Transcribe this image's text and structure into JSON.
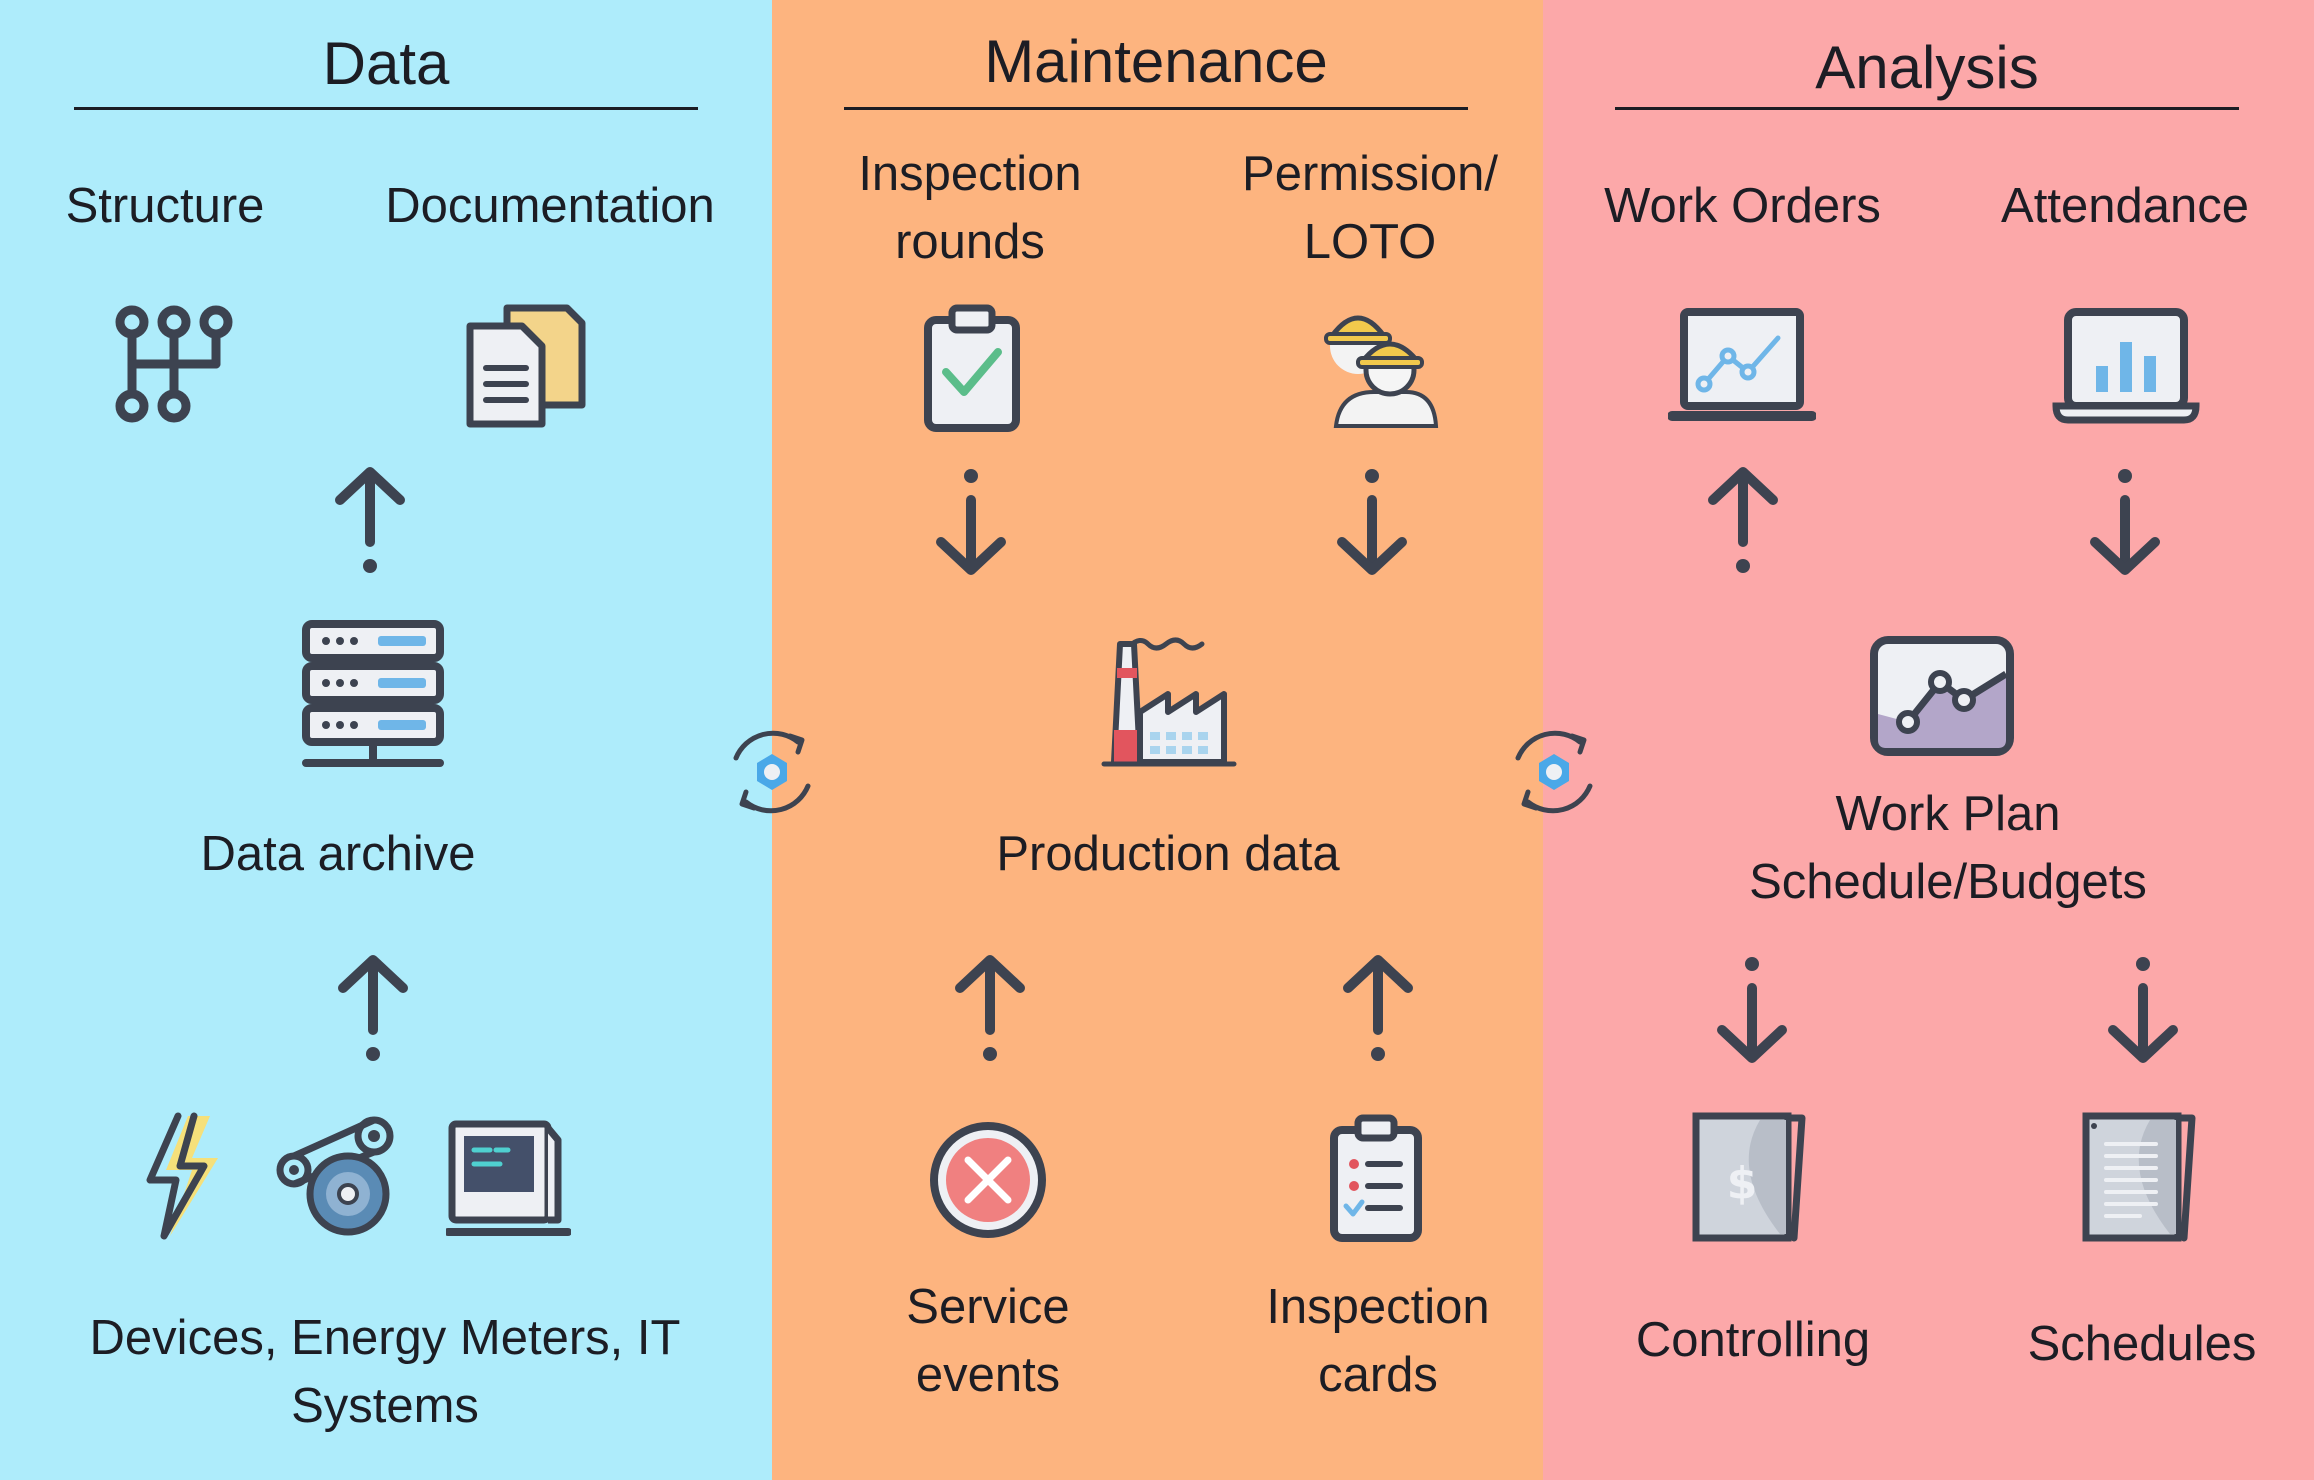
{
  "columns": {
    "data": {
      "title": "Data",
      "structure": "Structure",
      "documentation": "Documentation",
      "archive": "Data archive",
      "sources": "Devices, Energy Meters, IT Systems"
    },
    "maintenance": {
      "title": "Maintenance",
      "inspection_rounds": "Inspection\nrounds",
      "permission": "Permission/\nLOTO",
      "production": "Production data",
      "service_events": "Service\nevents",
      "inspection_cards": "Inspection\ncards"
    },
    "analysis": {
      "title": "Analysis",
      "work_orders": "Work Orders",
      "attendance": "Attendance",
      "work_plan": "Work Plan\nSchedule/Budgets",
      "controlling": "Controlling",
      "schedules": "Schedules"
    }
  },
  "colors": {
    "data_bg": "#aeecfb",
    "maintenance_bg": "#fdb47f",
    "analysis_bg": "#fca8a9",
    "ink": "#3d4350"
  },
  "icons": [
    "structure-icon",
    "documents-icon",
    "server-icon",
    "lightning-icon",
    "motor-icon",
    "computer-icon",
    "clipboard-check-icon",
    "workers-icon",
    "factory-icon",
    "cancel-icon",
    "checklist-icon",
    "line-chart-laptop-icon",
    "bar-chart-laptop-icon",
    "area-chart-icon",
    "invoice-dollar-icon",
    "document-list-icon",
    "sync-gear-icon"
  ]
}
